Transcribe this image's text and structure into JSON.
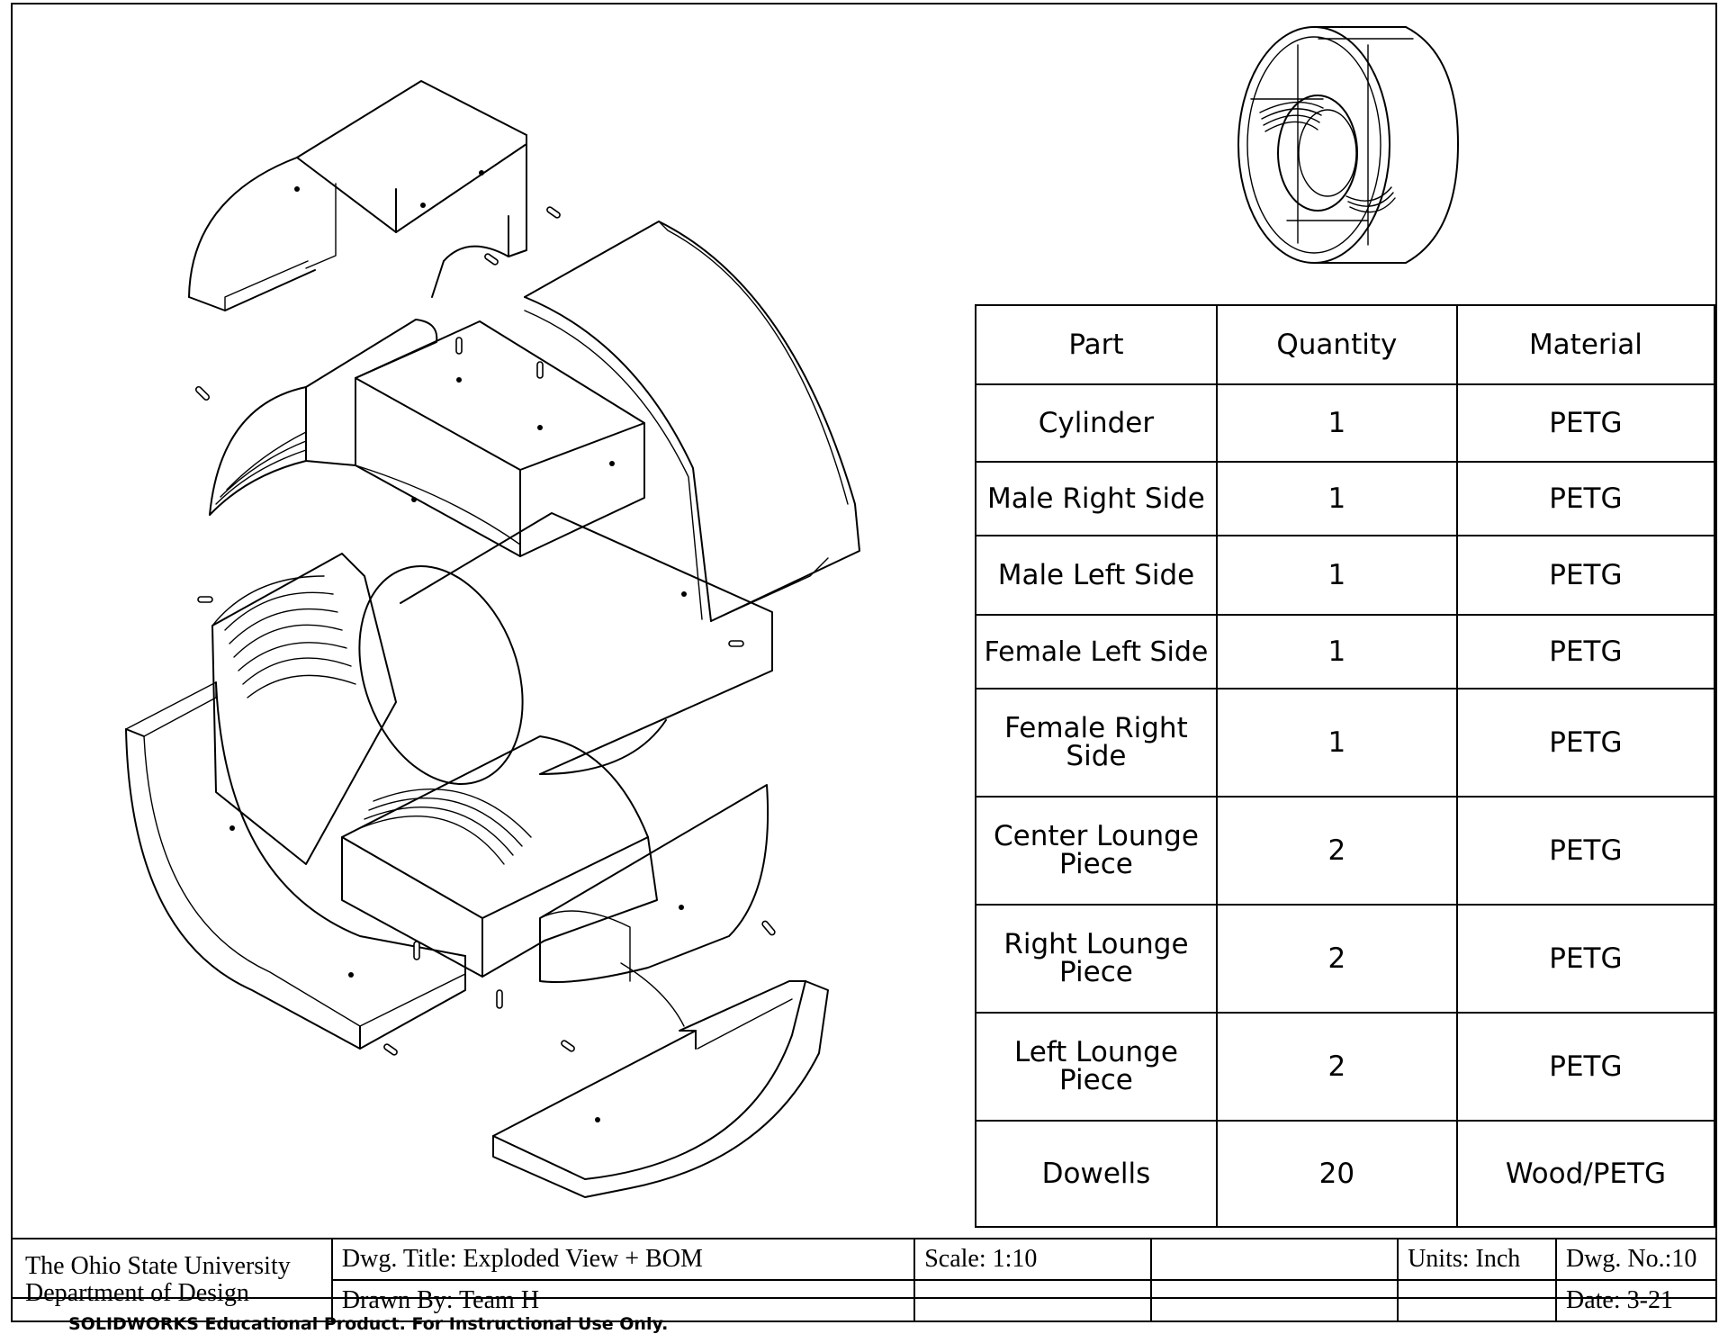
{
  "bom": {
    "headers": {
      "part": "Part",
      "quantity": "Quantity",
      "material": "Material"
    },
    "rows": [
      {
        "part": "Cylinder",
        "quantity": "1",
        "material": "PETG"
      },
      {
        "part": "Male Right Side",
        "quantity": "1",
        "material": "PETG"
      },
      {
        "part": "Male Left Side",
        "quantity": "1",
        "material": "PETG"
      },
      {
        "part": "Female Left Side",
        "quantity": "1",
        "material": "PETG"
      },
      {
        "part": "Female Right Side",
        "quantity": "1",
        "material": "PETG"
      },
      {
        "part": "Center Lounge Piece",
        "quantity": "2",
        "material": "PETG"
      },
      {
        "part": "Right Lounge Piece",
        "quantity": "2",
        "material": "PETG"
      },
      {
        "part": "Left Lounge Piece",
        "quantity": "2",
        "material": "PETG"
      },
      {
        "part": "Dowells",
        "quantity": "20",
        "material": "Wood/PETG"
      }
    ]
  },
  "title_block": {
    "university": "The Ohio State University",
    "department": "Department of Design",
    "dwg_title": "Dwg. Title: Exploded View + BOM",
    "drawn_by": "Drawn By:  Team H",
    "scale": "Scale: 1:10",
    "units": "Units: Inch",
    "dwg_no": "Dwg. No.:10",
    "date": "Date:  3-21"
  },
  "footer": {
    "watermark": "SOLIDWORKS Educational Product. For Instructional Use Only."
  }
}
